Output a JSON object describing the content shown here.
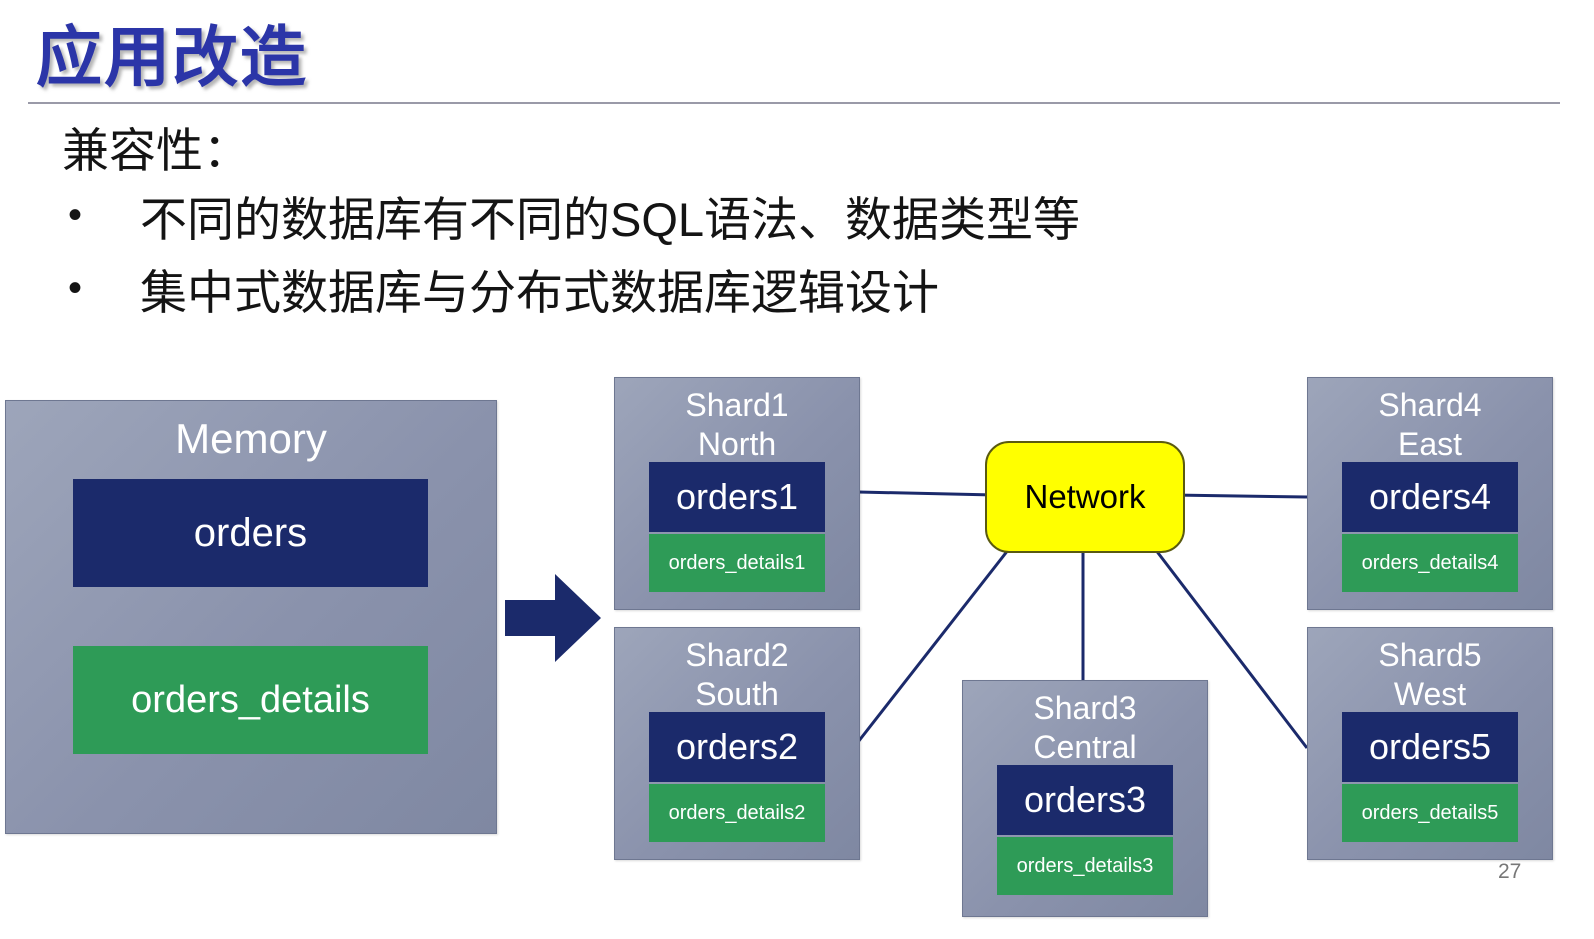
{
  "slide": {
    "title": "应用改造",
    "heading": "兼容性：",
    "bullets": [
      "不同的数据库有不同的SQL语法、数据类型等",
      "集中式数据库与分布式数据库逻辑设计"
    ],
    "page_number": "27"
  },
  "diagram": {
    "memory": {
      "label": "Memory",
      "orders_table": "orders",
      "details_table": "orders_details"
    },
    "network_label": "Network",
    "shards": [
      {
        "name": "Shard1",
        "region": "North",
        "orders": "orders1",
        "details": "orders_details1"
      },
      {
        "name": "Shard2",
        "region": "South",
        "orders": "orders2",
        "details": "orders_details2"
      },
      {
        "name": "Shard3",
        "region": "Central",
        "orders": "orders3",
        "details": "orders_details3"
      },
      {
        "name": "Shard4",
        "region": "East",
        "orders": "orders4",
        "details": "orders_details4"
      },
      {
        "name": "Shard5",
        "region": "West",
        "orders": "orders5",
        "details": "orders_details5"
      }
    ],
    "colors": {
      "title_blue": "#2B35A8",
      "table_navy": "#1B2A6B",
      "table_green": "#2E9B57",
      "panel_gray": "#8A92AC",
      "network_yellow": "#FFFF00",
      "connector_line": "#1B2A6B"
    }
  }
}
